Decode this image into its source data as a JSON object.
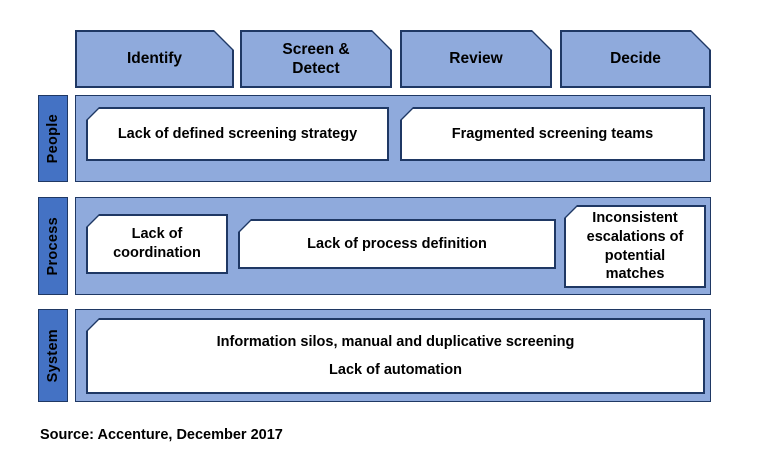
{
  "colors": {
    "band_fill": "#8FAADC",
    "row_label_fill": "#4472C4",
    "outline": "#1F3864",
    "cell_fill": "#FFFFFF",
    "text": "#000000"
  },
  "columns": [
    {
      "label": "Identify"
    },
    {
      "label": "Screen & Detect"
    },
    {
      "label": "Review"
    },
    {
      "label": "Decide"
    }
  ],
  "rows": [
    {
      "label": "People"
    },
    {
      "label": "Process"
    },
    {
      "label": "System"
    }
  ],
  "cells": {
    "people_identify_screen": "Lack of defined screening strategy",
    "people_review_decide": "Fragmented screening teams",
    "process_identify": "Lack of coordination",
    "process_screen_review": "Lack of process definition",
    "process_decide": "Inconsistent escalations of potential matches",
    "system_line_1": "Information silos, manual and duplicative screening",
    "system_line_2": "Lack of automation"
  },
  "source": "Source: Accenture, December 2017"
}
